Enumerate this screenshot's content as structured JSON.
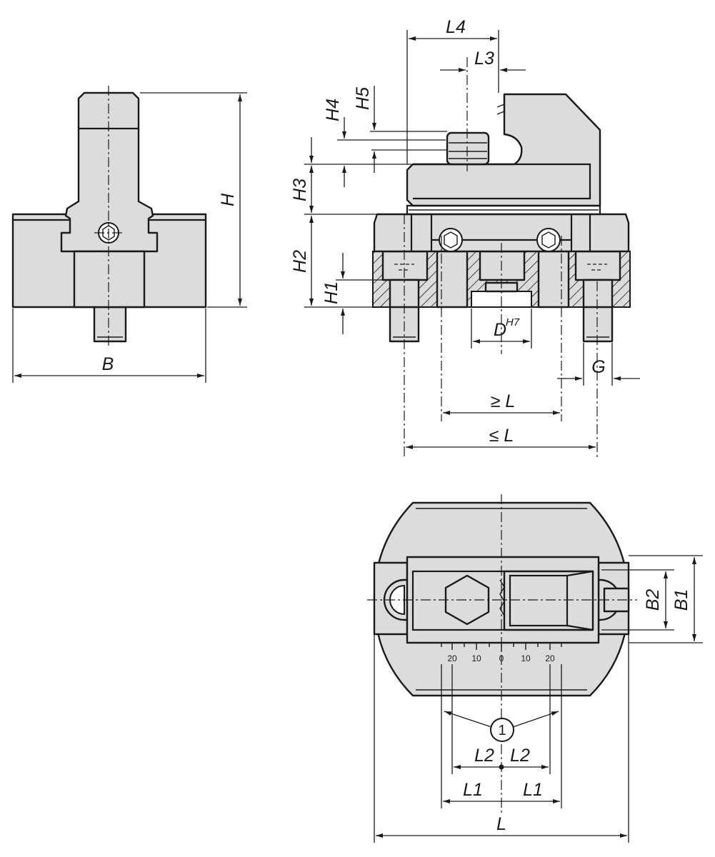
{
  "labels": {
    "front_height": "H",
    "front_width": "B",
    "l4": "L4",
    "l3": "L3",
    "h4": "H4",
    "h5": "H5",
    "h3": "H3",
    "h2": "H2",
    "h1": "H1",
    "bore": "D",
    "bore_tolerance": "H7",
    "thread": "G",
    "min_pitch": "≥ L",
    "max_pitch": "≤ L",
    "b2": "B2",
    "b1": "B1",
    "l2_left": "L2",
    "l2_right": "L2",
    "l1_left": "L1",
    "l1_right": "L1",
    "total_length": "L",
    "callout": "1"
  },
  "scale": {
    "left20": "20",
    "left10": "10",
    "zero": "0",
    "right10": "10",
    "right20": "20"
  }
}
